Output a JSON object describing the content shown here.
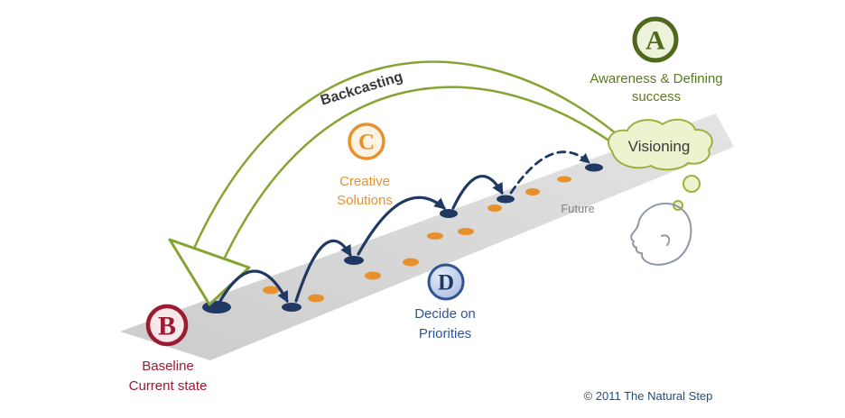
{
  "colors": {
    "green_dark": "#4e691b",
    "green_text": "#5c7a1f",
    "green_arc": "#85a431",
    "cloud_fill": "#eef3cf",
    "cloud_stroke": "#9ab23c",
    "orange": "#e7912c",
    "navy": "#1f3864",
    "blue_text": "#2f5496",
    "dark_red": "#9b1b30",
    "road_gray": "#d6d6d6",
    "head_gray": "#8d98a8",
    "future_gray": "#808080",
    "copyright_blue": "#1f4e79",
    "text_dark": "#3a3a3a"
  },
  "nodes": {
    "a": {
      "letter": "A",
      "line1": "Awareness & Defining",
      "line2": "success"
    },
    "b": {
      "letter": "B",
      "line1": "Baseline",
      "line2": "Current state"
    },
    "c": {
      "letter": "C",
      "line1": "Creative",
      "line2": "Solutions"
    },
    "d": {
      "letter": "D",
      "line1": "Decide on",
      "line2": "Priorities"
    }
  },
  "labels": {
    "visioning": "Visioning",
    "backcasting": "Backcasting",
    "future": "Future",
    "copyright": "© 2011 The Natural Step"
  },
  "dots": {
    "navy": [
      [
        240,
        341,
        16,
        7
      ],
      [
        323,
        341,
        11,
        5
      ],
      [
        392,
        289,
        11,
        5
      ],
      [
        497,
        237,
        10,
        5
      ],
      [
        560,
        221,
        10,
        4.5
      ],
      [
        658,
        186,
        10,
        4.5
      ]
    ],
    "orange": [
      [
        300,
        322,
        9,
        4.5
      ],
      [
        350,
        331,
        9,
        4.5
      ],
      [
        413,
        306,
        9,
        4.5
      ],
      [
        455,
        291,
        9,
        4.5
      ],
      [
        482,
        262,
        9,
        4
      ],
      [
        516,
        257,
        9,
        4
      ],
      [
        548,
        231,
        8,
        4
      ],
      [
        590,
        213,
        8,
        4
      ],
      [
        625,
        199,
        8,
        3.5
      ]
    ]
  }
}
